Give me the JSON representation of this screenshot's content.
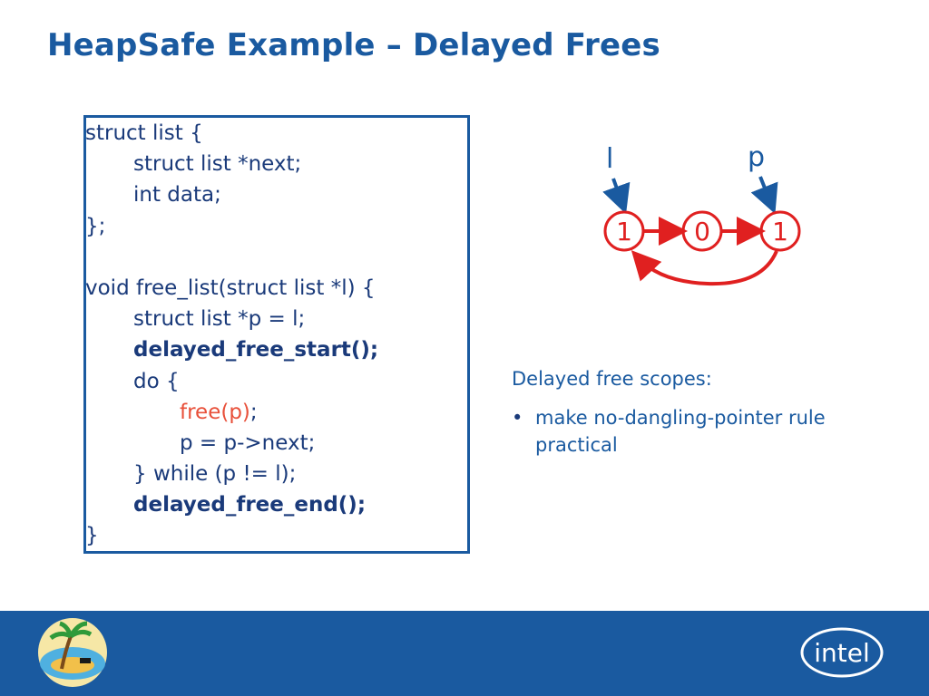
{
  "slide": {
    "title": "HeapSafe Example – Delayed Frees"
  },
  "code": {
    "lines": [
      {
        "text": "struct list {",
        "indent": 0,
        "style": "normal"
      },
      {
        "text": "struct list *next;",
        "indent": 1,
        "style": "normal"
      },
      {
        "text": "int data;",
        "indent": 1,
        "style": "normal"
      },
      {
        "text": "};",
        "indent": 0,
        "style": "normal"
      },
      {
        "text": "",
        "indent": 0,
        "style": "normal"
      },
      {
        "text": "void free_list(struct list *l) {",
        "indent": 0,
        "style": "normal"
      },
      {
        "text": "struct list *p = l;",
        "indent": 1,
        "style": "normal"
      },
      {
        "text": "delayed_free_start();",
        "indent": 1,
        "style": "bold"
      },
      {
        "text": "do {",
        "indent": 1,
        "style": "normal"
      },
      {
        "text": "free(p)",
        "suffix": ";",
        "indent": 2,
        "style": "red"
      },
      {
        "text": "p = p->next;",
        "indent": 2,
        "style": "normal"
      },
      {
        "text": "} while (p != l);",
        "indent": 1,
        "style": "normal"
      },
      {
        "text": "delayed_free_end();",
        "indent": 1,
        "style": "bold"
      },
      {
        "text": "}",
        "indent": 0,
        "style": "normal"
      }
    ]
  },
  "diagram": {
    "pointer_labels": [
      "l",
      "p"
    ],
    "nodes": [
      "1",
      "0",
      "1"
    ],
    "colors": {
      "node": "#e02020",
      "pointer": "#1a5aa0"
    }
  },
  "note": {
    "heading": "Delayed free scopes:",
    "bullets": [
      "make no-dangling-pointer rule practical"
    ]
  },
  "branding": {
    "right_logo_text": "intel"
  },
  "colors": {
    "title": "#1a5aa0",
    "footer": "#1a5aa0",
    "highlight": "#e8503a"
  }
}
